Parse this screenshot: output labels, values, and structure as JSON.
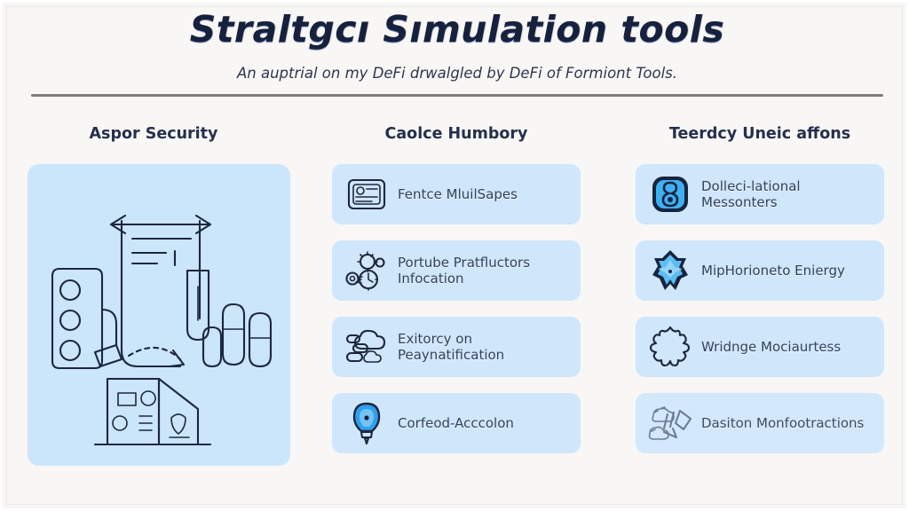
{
  "poster": {
    "background_color": "#f8f7f5",
    "accent_color": "#cfe6fb",
    "ink_color": "#1d2740",
    "title": "Straltgcı Sımulation tools",
    "subtitle": "An auptrial on my DeFi drwalgled by DeFi of Formiont Tools."
  },
  "columns": [
    {
      "heading": "Aspor Security",
      "type": "illustration",
      "illustration": {
        "name": "lab-flask-buildings-illustration",
        "elements": [
          "flask-with-document",
          "pill-strip",
          "test-tube",
          "capsules",
          "factory-building",
          "arrow"
        ]
      }
    },
    {
      "heading": "Caolce Humbory",
      "type": "list",
      "items": [
        {
          "icon": "id-card-icon",
          "label": "Fentce MluilSapes",
          "style": "outline"
        },
        {
          "icon": "network-gear-icon",
          "label": "Portube Pratfluctors Infocation",
          "style": "outline"
        },
        {
          "icon": "cloud-stack-icon",
          "label": "Exitorcy on Peaynatification",
          "style": "outline"
        },
        {
          "icon": "lightbulb-icon",
          "label": "Corfeod-Acccolon",
          "style": "filled"
        }
      ]
    },
    {
      "heading": "Teerdcy Uneic affons",
      "type": "list",
      "items": [
        {
          "icon": "rounded-square-badge-icon",
          "label": "Dolleci-lational Messonters",
          "style": "filled"
        },
        {
          "icon": "star-badge-icon",
          "label": "MipHorioneto Eniergy",
          "style": "filled"
        },
        {
          "icon": "starburst-outline-icon",
          "label": "Wridnge Mociaurtess",
          "style": "outline"
        },
        {
          "icon": "sketch-cloud-arrows-icon",
          "label": "Dasiton Monfootractions",
          "style": "faded"
        }
      ]
    }
  ]
}
